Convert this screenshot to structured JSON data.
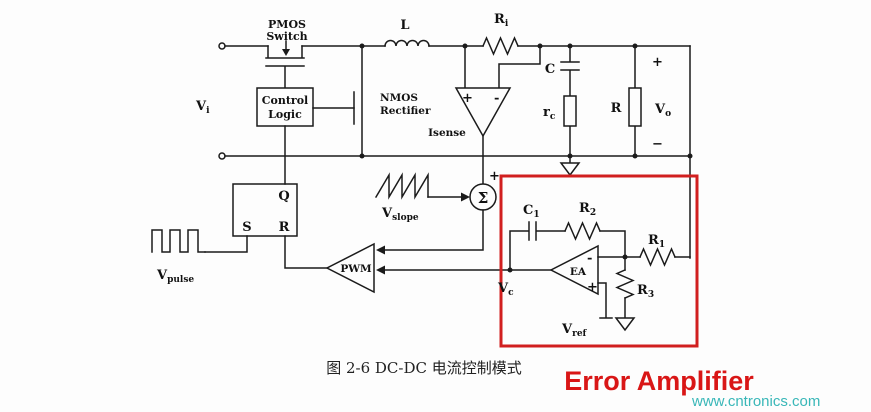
{
  "colors": {
    "highlight_box": "#d11f1f",
    "error_text": "#d91616",
    "watermark": "#39b7b8",
    "line": "#1b1b1b"
  },
  "caption": "图 2-6 DC-DC 电流控制模式",
  "error_label": "Error Amplifier",
  "watermark_text": "www.cntronics.com",
  "labels": {
    "pmos1": "PMOS",
    "pmos2": "Switch",
    "control1": "Control",
    "control2": "Logic",
    "nmos1": "NMOS",
    "nmos2": "Rectifier",
    "inductor": "L",
    "ri": {
      "base": "R",
      "sub": "i"
    },
    "cap": "C",
    "rc": {
      "base": "r",
      "sub": "c"
    },
    "rload": "R",
    "vo": {
      "base": "V",
      "sub": "o"
    },
    "vo_plus": "+",
    "vo_minus": "−",
    "vi": {
      "base": "V",
      "sub": "i"
    },
    "isense": "Isense",
    "isense_plus": "+",
    "isense_minus": "-",
    "q": "Q",
    "s": "S",
    "r": "R",
    "vslope": {
      "base": "V",
      "sub": "slope"
    },
    "sigma": "Σ",
    "sum_plus": "+",
    "pwm": "PWM",
    "vpulse": {
      "base": "V",
      "sub": "pulse"
    },
    "vc": {
      "base": "V",
      "sub": "c"
    },
    "ea": "EA",
    "ea_minus": "-",
    "ea_plus": "+",
    "c1": {
      "base": "C",
      "sub": "1"
    },
    "r2": {
      "base": "R",
      "sub": "2"
    },
    "r1": {
      "base": "R",
      "sub": "1"
    },
    "r3": {
      "base": "R",
      "sub": "3"
    },
    "vref": {
      "base": "V",
      "sub": "ref"
    }
  }
}
